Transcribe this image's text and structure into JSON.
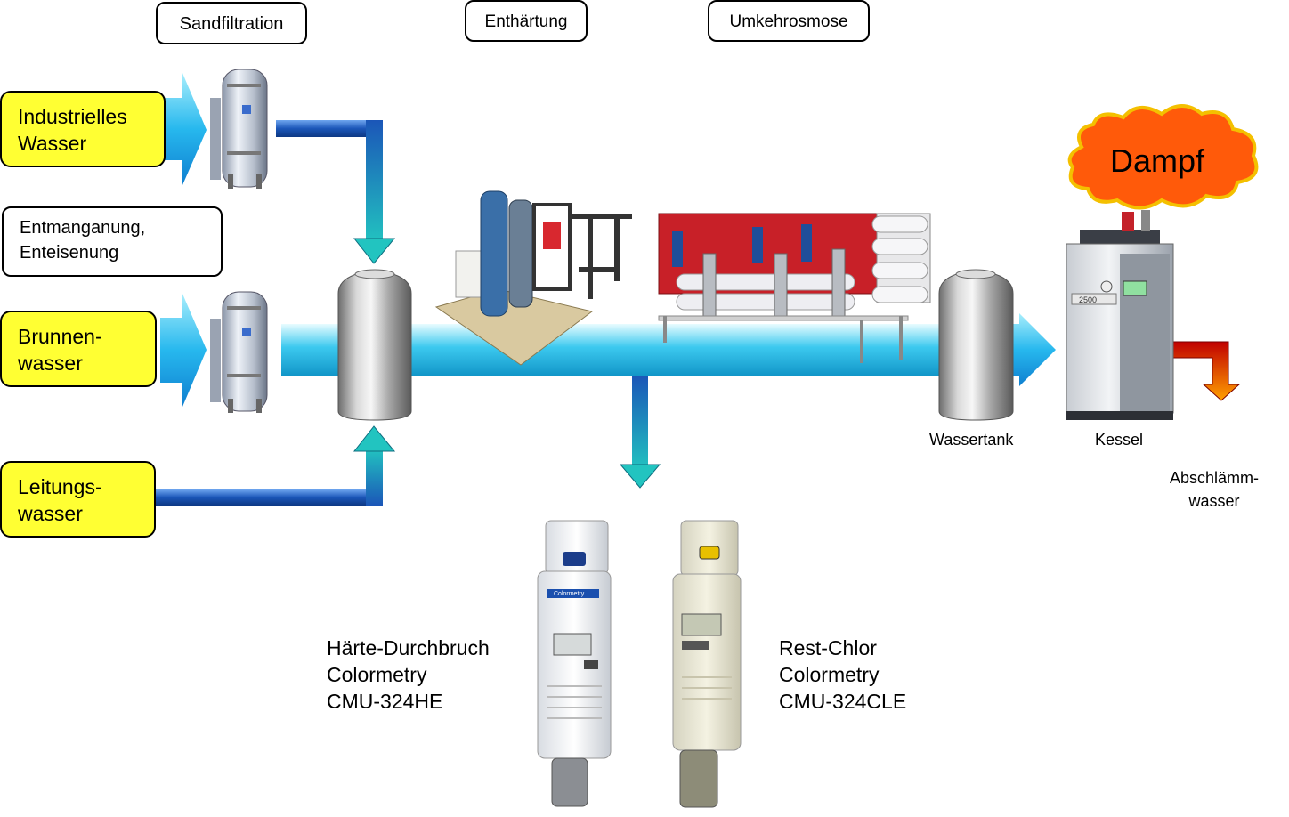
{
  "stages": {
    "sand": "Sandfiltration",
    "soft": "Enthärtung",
    "ro": "Umkehrosmose"
  },
  "sources": {
    "industrial": [
      "Industrielles",
      "Wasser"
    ],
    "well": [
      "Brunnen-",
      "wasser"
    ],
    "tap": [
      "Leitungs-",
      "wasser"
    ]
  },
  "pretreatment": [
    "Entmanganung,",
    "Enteisenung"
  ],
  "labels": {
    "tank": "Wassertank",
    "boiler": "Kessel",
    "blowdown": [
      "Abschlämm-",
      "wasser"
    ],
    "steam": "Dampf",
    "boiler_panel": "2500"
  },
  "meters": {
    "left": [
      "Härte-Durchbruch",
      "Colormetry",
      "CMU-324HE"
    ],
    "right": [
      "Rest-Chlor",
      "Colormetry",
      "CMU-324CLE"
    ],
    "left_badge": "Colormetry"
  },
  "colors": {
    "source_fill": "#ffff33",
    "pipe_blue": "#1e5cb8",
    "pipe_cyan": "#30c8e8",
    "arrow_teal": "#20c8b8",
    "blowdown_red": "#cc1010",
    "blowdown_orange": "#ff9a00",
    "steam_fill": "#ff5a0a"
  }
}
